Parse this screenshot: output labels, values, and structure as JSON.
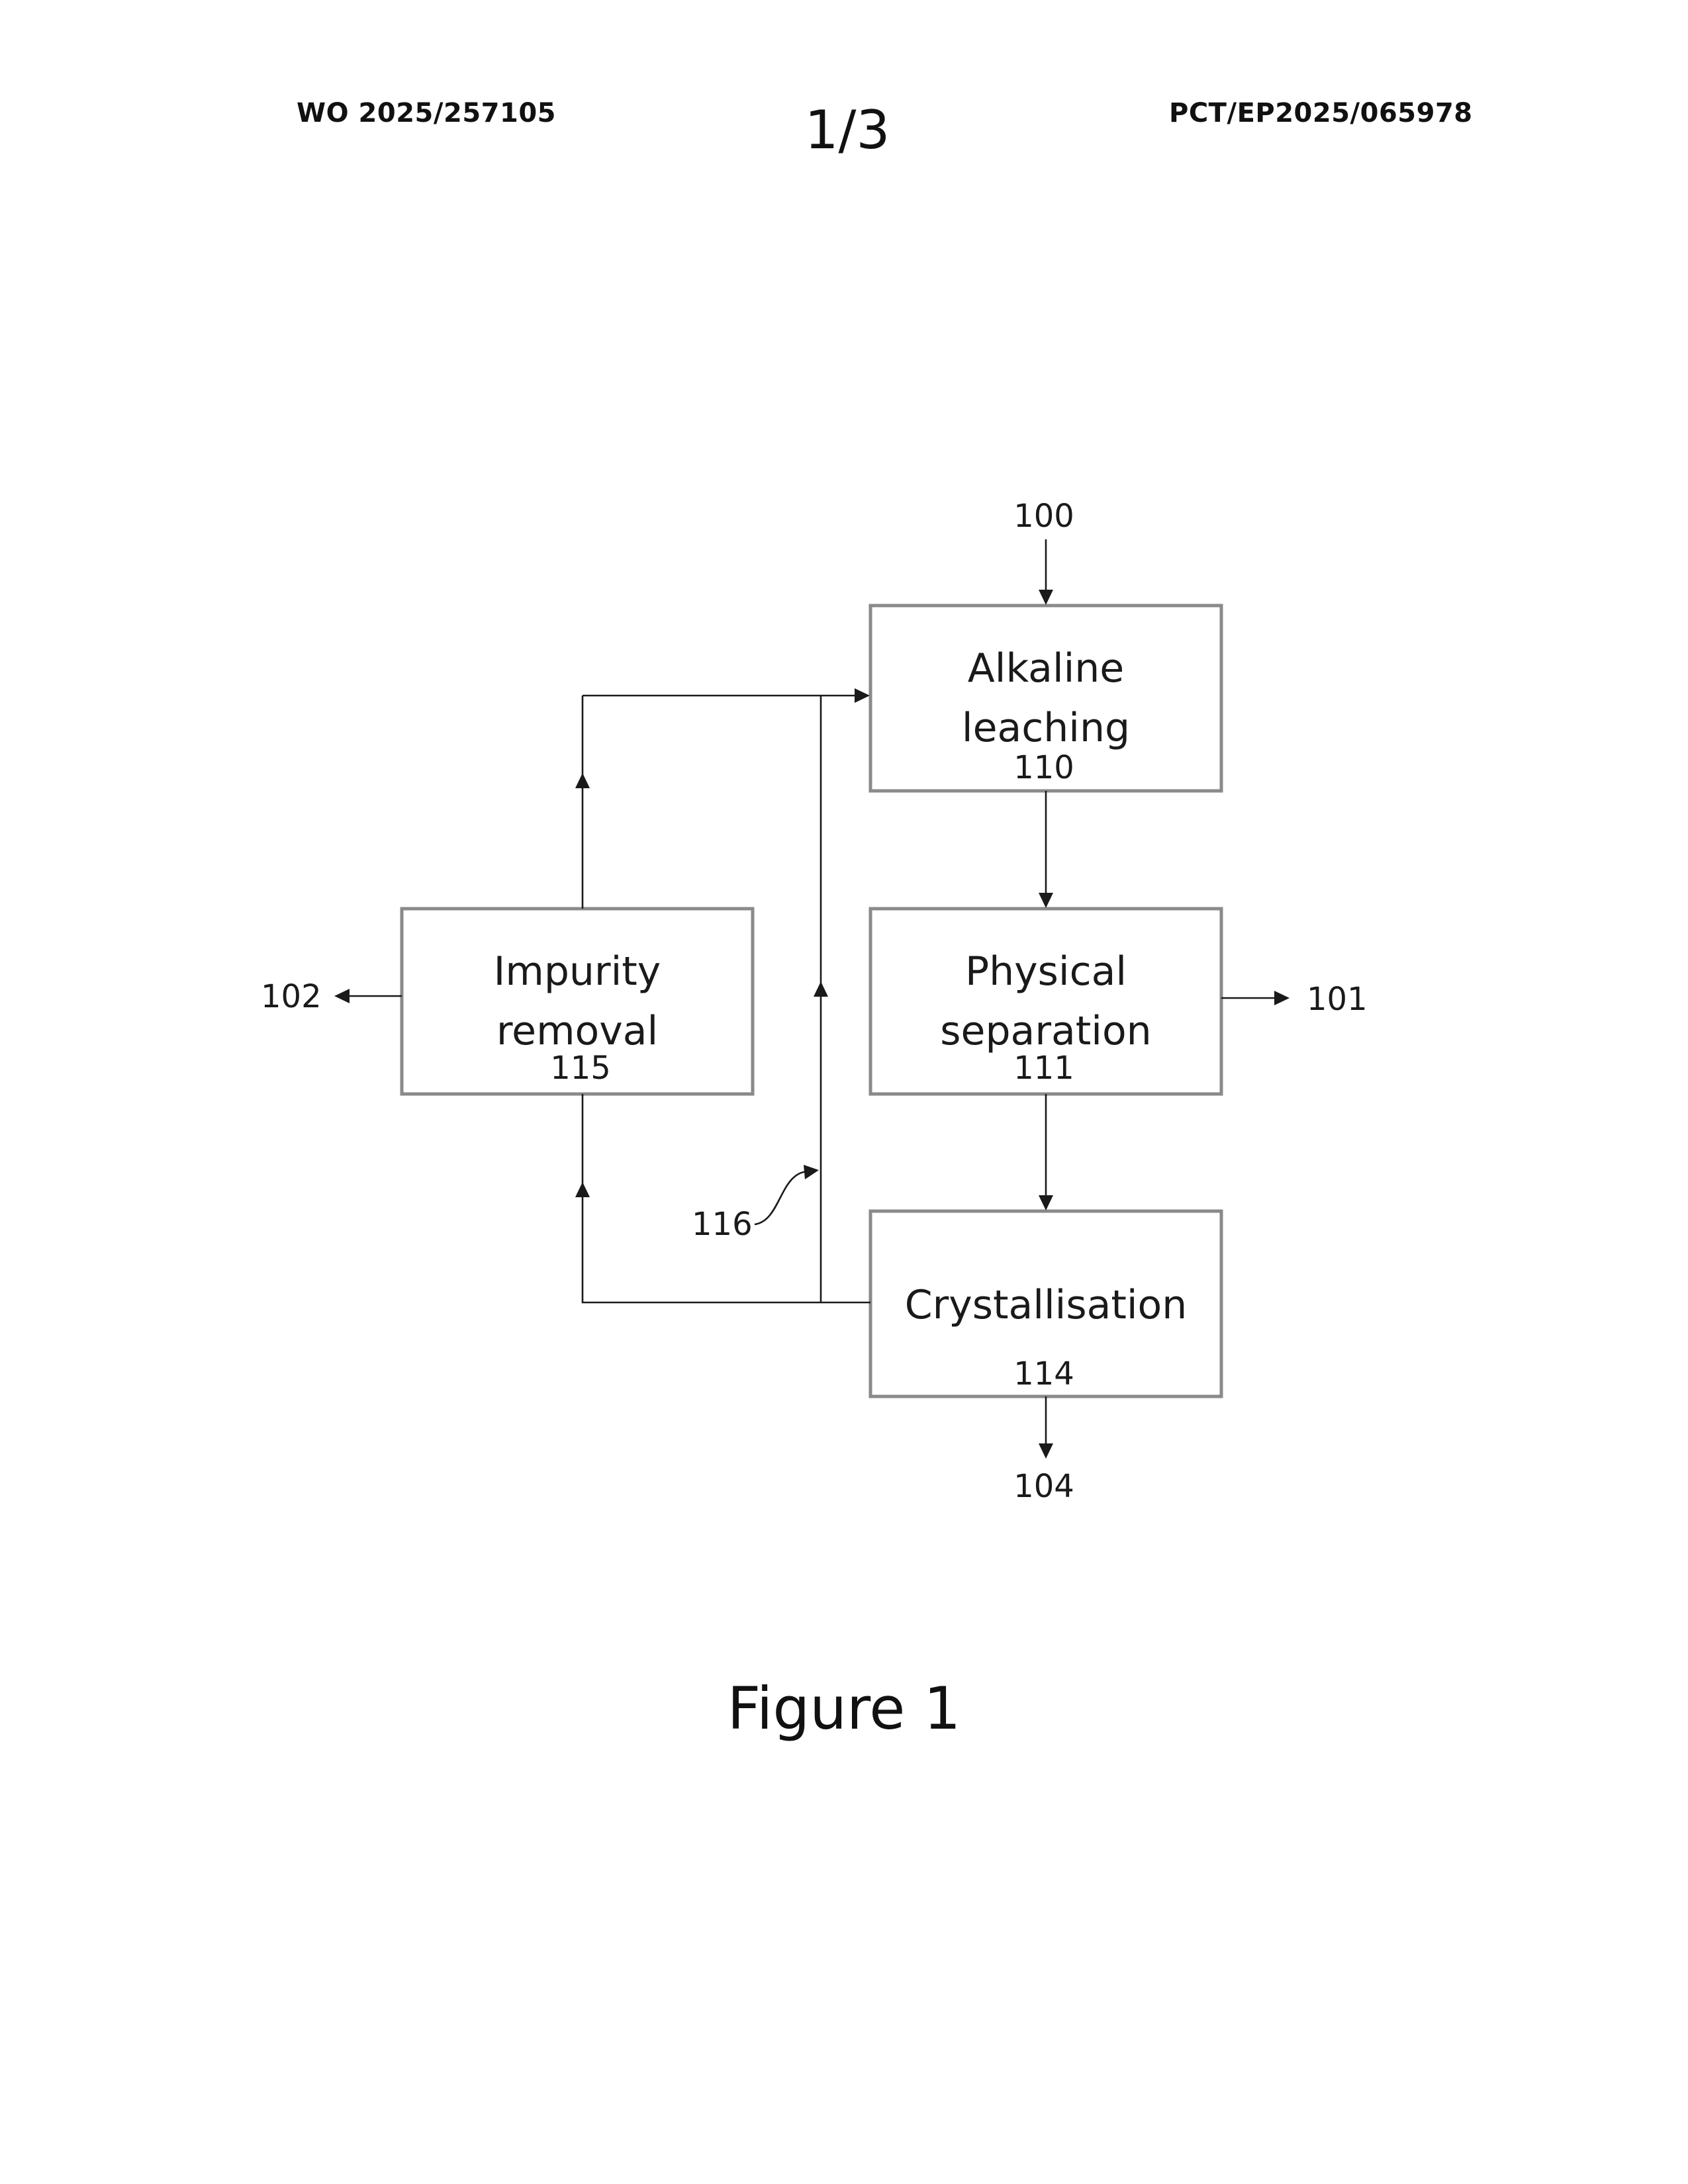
{
  "header": {
    "publication_number": "WO 2025/257105",
    "sheet": "1/3",
    "application_number": "PCT/EP2025/065978"
  },
  "diagram": {
    "boxes": {
      "alkaline_leaching": {
        "line1": "Alkaline",
        "line2": "leaching",
        "ref": "110"
      },
      "physical_separation": {
        "line1": "Physical",
        "line2": "separation",
        "ref": "111"
      },
      "impurity_removal": {
        "line1": "Impurity",
        "line2": "removal",
        "ref": "115"
      },
      "crystallisation": {
        "line1": "Crystallisation",
        "ref": "114"
      }
    },
    "refs": {
      "feed": "100",
      "output_right": "101",
      "output_left": "102",
      "output_bottom": "104",
      "recycle": "116"
    }
  },
  "caption": "Figure 1"
}
